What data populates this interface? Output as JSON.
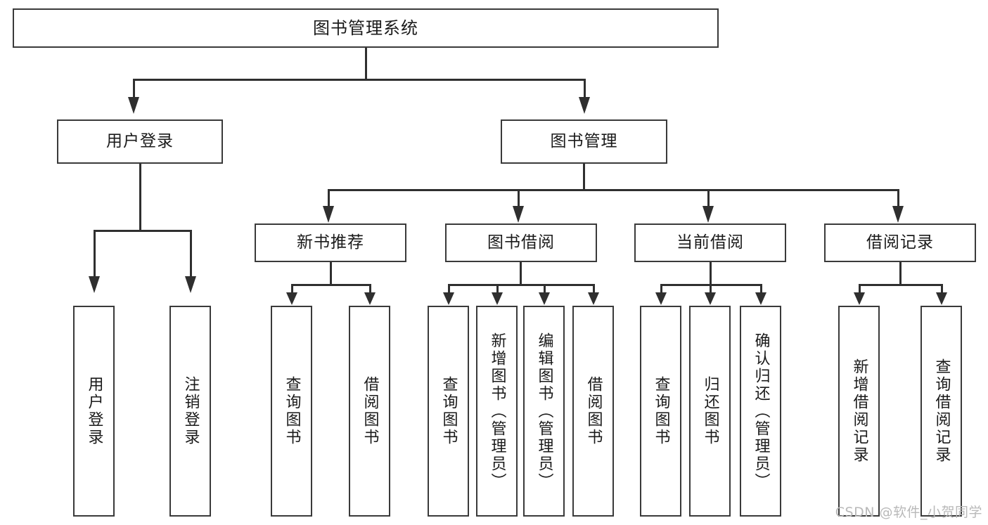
{
  "diagram": {
    "title": "图书管理系统",
    "watermark": "CSDN @软件_小贺同学",
    "root": {
      "label": "图书管理系统"
    },
    "level2": [
      {
        "label": "用户登录"
      },
      {
        "label": "图书管理"
      }
    ],
    "level3": [
      {
        "label": "新书推荐"
      },
      {
        "label": "图书借阅"
      },
      {
        "label": "当前借阅"
      },
      {
        "label": "借阅记录"
      }
    ],
    "leaves": {
      "user_login": [
        {
          "label": "用户登录"
        },
        {
          "label": "注销登录"
        }
      ],
      "new_book_recommend": [
        {
          "label": "查询图书"
        },
        {
          "label": "借阅图书"
        }
      ],
      "book_borrow": [
        {
          "label": "查询图书"
        },
        {
          "label": "新增图书（管理员）"
        },
        {
          "label": "编辑图书（管理员）"
        },
        {
          "label": "借阅图书"
        }
      ],
      "current_borrow": [
        {
          "label": "查询图书"
        },
        {
          "label": "归还图书"
        },
        {
          "label": "确认归还（管理员）"
        }
      ],
      "borrow_record": [
        {
          "label": "新增借阅记录"
        },
        {
          "label": "查询借阅记录"
        }
      ]
    }
  },
  "colors": {
    "stroke": "#3a3a3a",
    "line": "#2f2f2f",
    "text": "#1a1a1a",
    "background": "#ffffff",
    "watermark": "#b9b9b9"
  }
}
